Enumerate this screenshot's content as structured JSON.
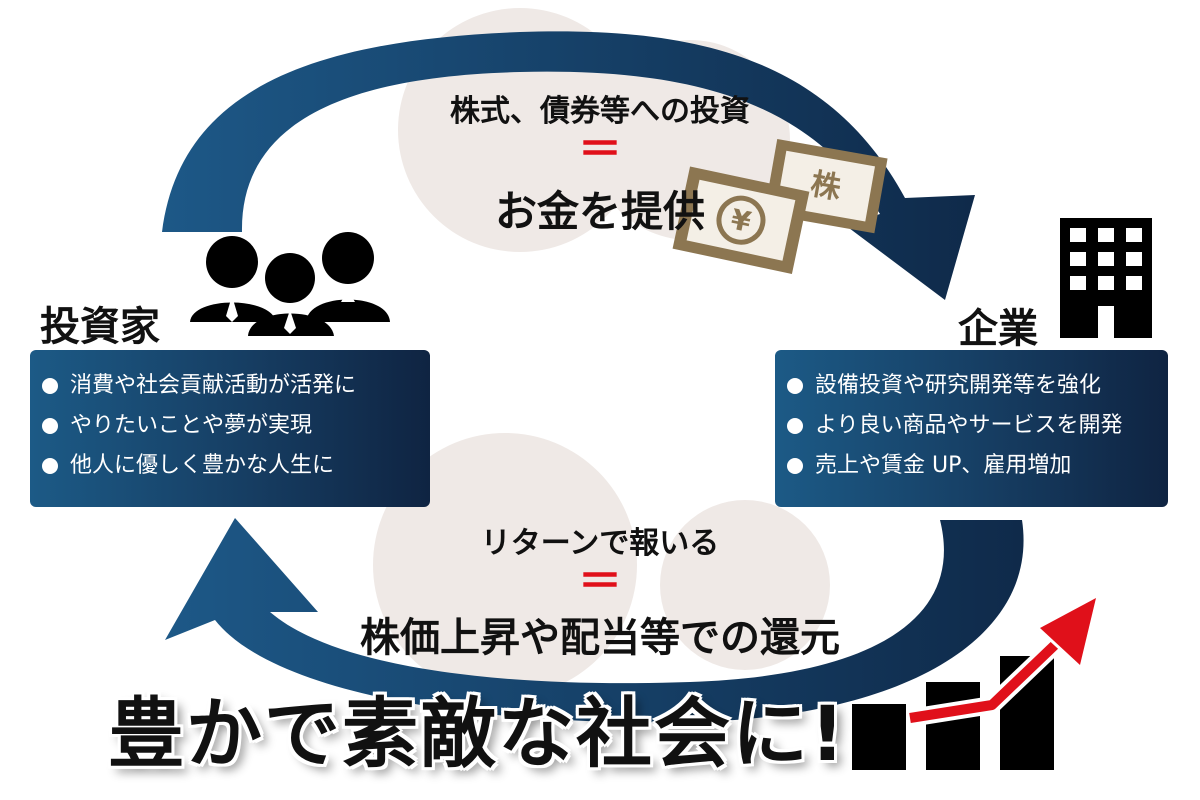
{
  "flow_top": {
    "line": "株式、債券等への投資",
    "equals": "＝",
    "main": "お金を提供"
  },
  "flow_bottom": {
    "line": "リターンで報いる",
    "equals": "＝",
    "main": "株価上昇や配当等での還元"
  },
  "investor": {
    "label": "投資家",
    "items": [
      {
        "text": "消費や社会貢献活動が活発に"
      },
      {
        "text": "やりたいことや夢が実現"
      },
      {
        "text": "他人に優しく豊かな人生に"
      }
    ]
  },
  "company": {
    "label": "企業",
    "items": [
      {
        "text": "設備投資や研究開発等を強化"
      },
      {
        "text": "より良い商品やサービスを開発"
      },
      {
        "text": "売上や賃金 UP、雇用増加"
      }
    ]
  },
  "bills": {
    "yen": "¥",
    "stock": "株"
  },
  "slogan": "豊かで素敵な社会に!",
  "colors": {
    "arrow": "#173f66",
    "bubble": "#efe9e6",
    "bill": "#8c7651",
    "accent_red": "#e0101a"
  }
}
